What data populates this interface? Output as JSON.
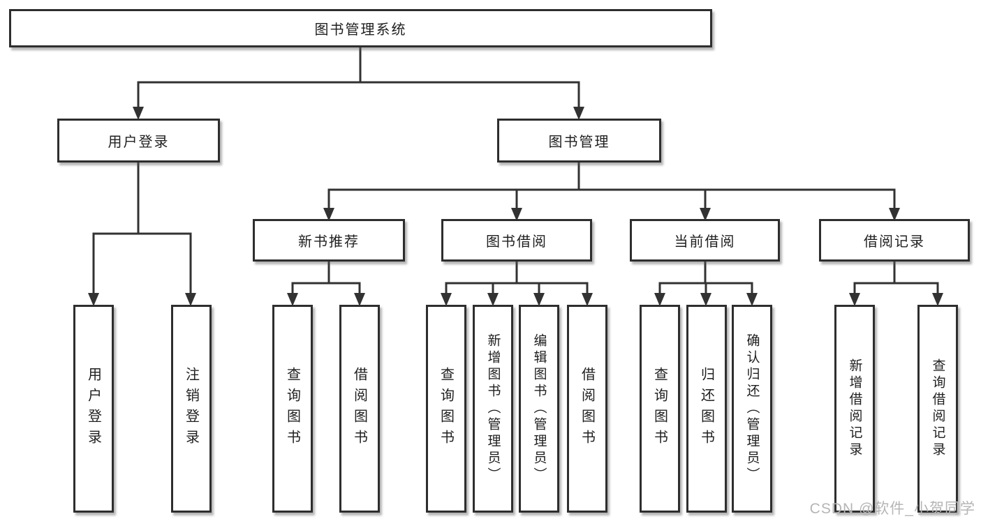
{
  "diagram": {
    "root": "图书管理系统",
    "user_login": "用户登录",
    "book_management": "图书管理",
    "new_book_recommend": "新书推荐",
    "book_borrow": "图书借阅",
    "current_borrow": "当前借阅",
    "borrow_records": "借阅记录",
    "user_login_children": [
      "用户登录",
      "注销登录"
    ],
    "new_book_children": [
      "查询图书",
      "借阅图书"
    ],
    "book_borrow_children": [
      "查询图书",
      "新增图书（管理员）",
      "编辑图书（管理员）",
      "借阅图书"
    ],
    "current_borrow_children": [
      "查询图书",
      "归还图书",
      "确认归还（管理员）"
    ],
    "borrow_records_children": [
      "新增借阅记录",
      "查询借阅记录"
    ]
  },
  "watermark": "CSDN @软件_小贺同学",
  "colors": {
    "line": "#323232",
    "box_border": "#2e2e2e",
    "watermark": "#b5b5b5",
    "background": "#ffffff"
  }
}
